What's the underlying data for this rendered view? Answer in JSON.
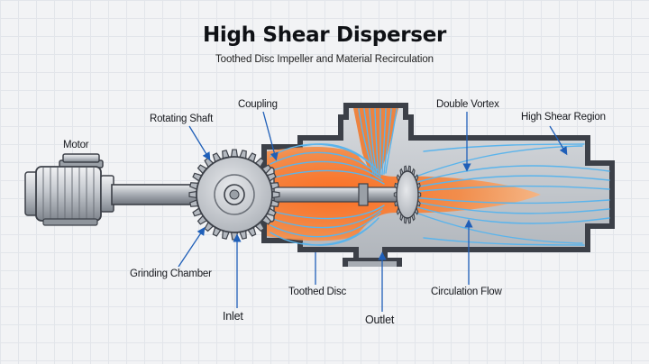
{
  "title": "High Shear Disperser",
  "subtitle": "Toothed Disc Impeller and Material Recirculation",
  "labels": {
    "motor": "Motor",
    "rotating_shaft": "Rotating Shaft",
    "coupling": "Coupling",
    "double_vortex": "Double Vortex",
    "high_shear_region": "High Shear Region",
    "grinding_chamber": "Grinding Chamber",
    "toothed_disc": "Toothed Disc",
    "circulation_flow": "Circulation Flow",
    "inlet": "Inlet",
    "outlet": "Outlet"
  },
  "colors": {
    "housing": "#3c4048",
    "metal_light": "#e2e4e8",
    "metal_mid": "#b9bdc4",
    "metal_dark": "#8d9299",
    "product": "#f07a2f",
    "flow": "#5ab4ec",
    "leader": "#1f5fb8"
  }
}
